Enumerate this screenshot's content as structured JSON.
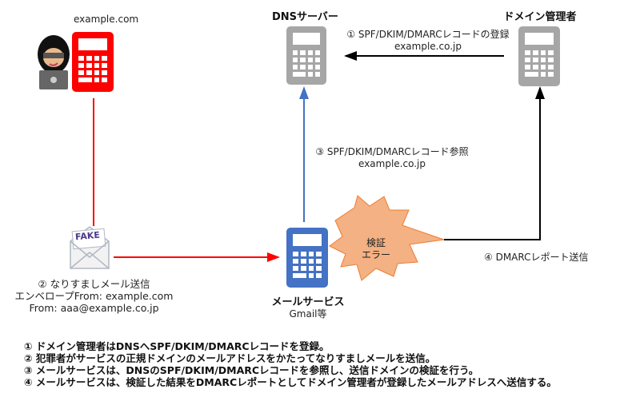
{
  "nodes": {
    "attacker": {
      "label": "example.com",
      "color": "#ff0000"
    },
    "dns_server": {
      "label": "DNSサーバー",
      "color": "#a6a6a6"
    },
    "domain_admin": {
      "label": "ドメイン管理者",
      "color": "#a6a6a6"
    },
    "mail_service": {
      "label": "メールサービス",
      "sublabel": "Gmail等",
      "color": "#4472c4"
    },
    "fake_mail": {
      "icon_text": "FAKE"
    },
    "verify_error": {
      "line1": "検証",
      "line2": "エラー",
      "color": "#f4b183"
    }
  },
  "arrows": {
    "step1": {
      "line1": "① SPF/DKIM/DMARCレコードの登録",
      "line2": "example.co.jp",
      "color": "#000000"
    },
    "step2": {
      "line1": "② なりすましメール送信",
      "line2": "エンベロープFrom: example.com",
      "line3": "From: aaa@example.co.jp",
      "color": "#ff0000"
    },
    "step3": {
      "line1": "③ SPF/DKIM/DMARCレコード参照",
      "line2": "example.co.jp",
      "color": "#4472c4"
    },
    "step4": {
      "line1": "④ DMARCレポート送信",
      "color": "#000000"
    }
  },
  "notes": [
    "①  ドメイン管理者はDNSへSPF/DKIM/DMARCレコードを登録。",
    "②  犯罪者がサービスの正規ドメインのメールアドレスをかたってなりすましメールを送信。",
    "③  メールサービスは、DNSのSPF/DKIM/DMARCレコードを参照し、送信ドメインの検証を行う。",
    "④  メールサービスは、検証した結果をDMARCレポートとしてドメイン管理者が登録したメールアドレスへ送信する。"
  ]
}
